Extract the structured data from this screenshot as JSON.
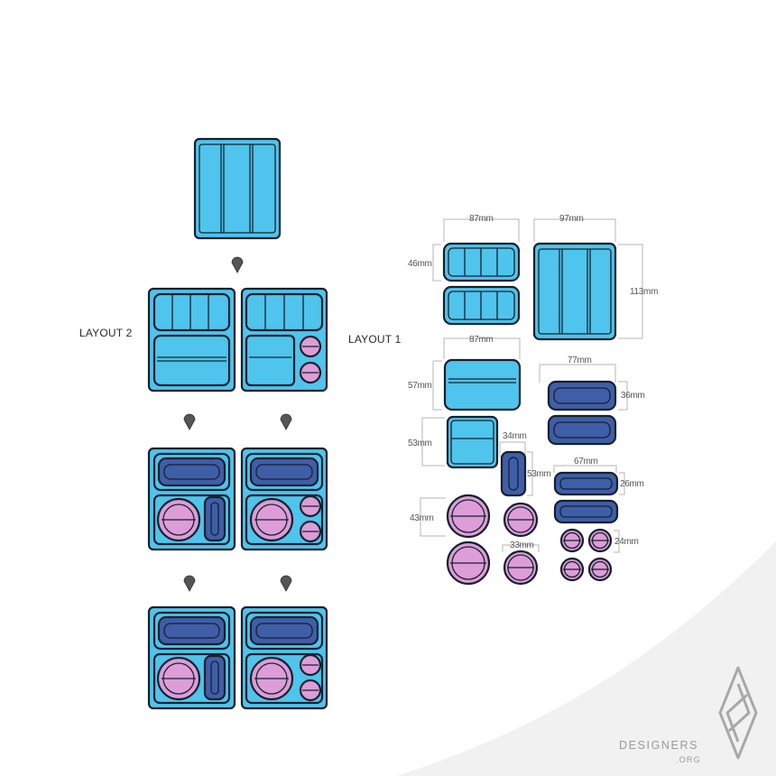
{
  "colors": {
    "tray": "#4fc4ec",
    "outline": "#16202c",
    "dark_blue": "#3f5ea8",
    "pink": "#dd9dd8",
    "arrow": "#555555",
    "dim_line": "#b5b5b5",
    "corner_gray": "#eeeeee"
  },
  "labels": {
    "layout_2": "LAYOUT 2",
    "layout_1": "LAYOUT 1"
  },
  "dimensions": {
    "d87_top": "87mm",
    "d97": "97mm",
    "d46": "46mm",
    "d113": "113mm",
    "d87_mid": "87mm",
    "d77": "77mm",
    "d57": "57mm",
    "d36": "36mm",
    "d34": "34mm",
    "d53_left": "53mm",
    "d53_right": "53mm",
    "d67": "67mm",
    "d26": "26mm",
    "d43": "43mm",
    "d33": "33mm",
    "d24": "24mm"
  },
  "brand": {
    "name": "DESIGNERS",
    "sub": ".ORG",
    "logo_icon": "designers-org-logo-icon"
  }
}
